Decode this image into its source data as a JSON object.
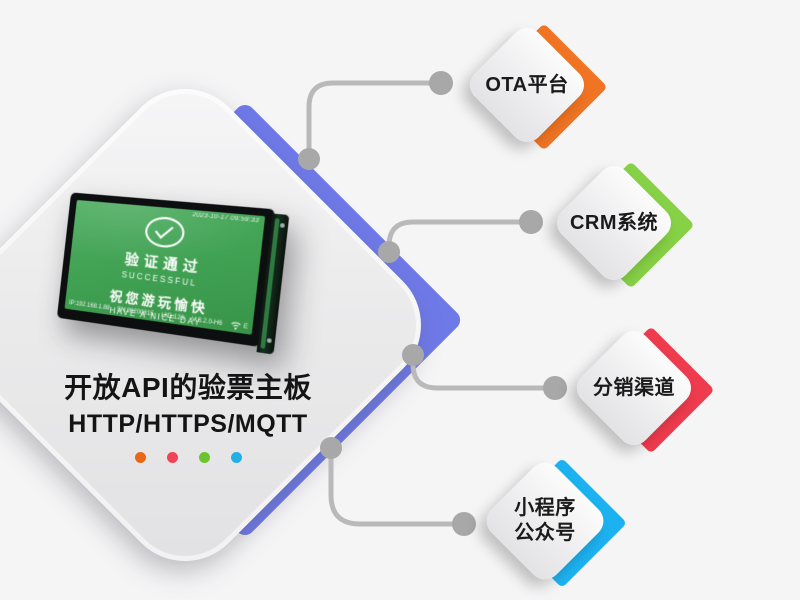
{
  "background": "#f5f5f6",
  "device": {
    "screen": {
      "timestamp": "2023-10-17 09:59:33",
      "result_cn": "验证通过",
      "result_en": "SUCCESSFUL",
      "greeting_cn": "祝您游玩愉快",
      "greeting_en": "HAVE A NICE DAY",
      "status_bar": {
        "ip": "IP:192.168.1.88",
        "sn": "SN:20200815",
        "uid": "UID:123",
        "version": "V:8.2.0-H6",
        "mode": "E"
      }
    }
  },
  "headline": {
    "title": "开放API的验票主板",
    "subtitle": "HTTP/HTTPS/MQTT",
    "dot_styles": [
      "background:#e8681a",
      "background:#ee4456",
      "background:#6cc32f",
      "background:#25aee6"
    ]
  },
  "nodes": [
    {
      "label": "OTA平台",
      "chevron_style": "background:#f07423"
    },
    {
      "label": "CRM系统",
      "chevron_style": "background:#86d145"
    },
    {
      "label": "分销渠道",
      "chevron_style": "background:#ee3b4d"
    },
    {
      "label": "小程序",
      "label2": "公众号",
      "chevron_style": "background:#1cb2f0"
    }
  ],
  "colors": {
    "ribbon_style": "background:#6f7ae9",
    "connector": "#b9b9b9",
    "connector_dot": "#a8a8a8"
  }
}
